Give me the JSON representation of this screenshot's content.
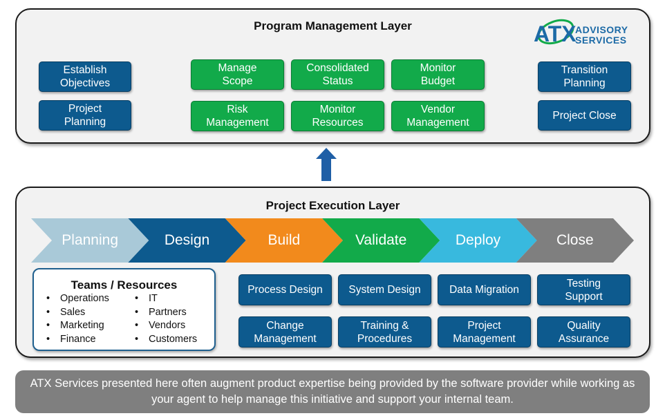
{
  "program_layer": {
    "title": "Program Management Layer",
    "left_items": [
      "Establish\nObjectives",
      "Project\nPlanning"
    ],
    "middle_items": [
      "Manage\nScope",
      "Consolidated\nStatus",
      "Monitor\nBudget",
      "Risk\nManagement",
      "Monitor\nResources",
      "Vendor\nManagement"
    ],
    "right_items": [
      "Transition\nPlanning",
      "Project Close"
    ]
  },
  "logo": {
    "mark": "ATX",
    "line1": "ADVISORY",
    "line2": "SERVICES"
  },
  "execution_layer": {
    "title": "Project Execution Layer",
    "phases": [
      {
        "label": "Planning",
        "color": "#a9c9d8"
      },
      {
        "label": "Design",
        "color": "#0d5a8e"
      },
      {
        "label": "Build",
        "color": "#f28a1c"
      },
      {
        "label": "Validate",
        "color": "#12aa4a"
      },
      {
        "label": "Deploy",
        "color": "#38b9de"
      },
      {
        "label": "Close",
        "color": "#7f7f7f"
      }
    ],
    "teams": {
      "title": "Teams / Resources",
      "col1": [
        "Operations",
        "Sales",
        "Marketing",
        "Finance"
      ],
      "col2": [
        "IT",
        "Partners",
        "Vendors",
        "Customers"
      ]
    },
    "services": [
      "Process Design",
      "System Design",
      "Data Migration",
      "Testing\nSupport",
      "Change\nManagement",
      "Training &\nProcedures",
      "Project\nManagement",
      "Quality\nAssurance"
    ]
  },
  "footer": "ATX Services presented here often augment product expertise being provided by the software provider while working as your agent to help manage this initiative and support your internal team.",
  "colors": {
    "blue": "#0d5a8e",
    "green": "#12aa4a",
    "arrow": "#1f5fa6"
  }
}
